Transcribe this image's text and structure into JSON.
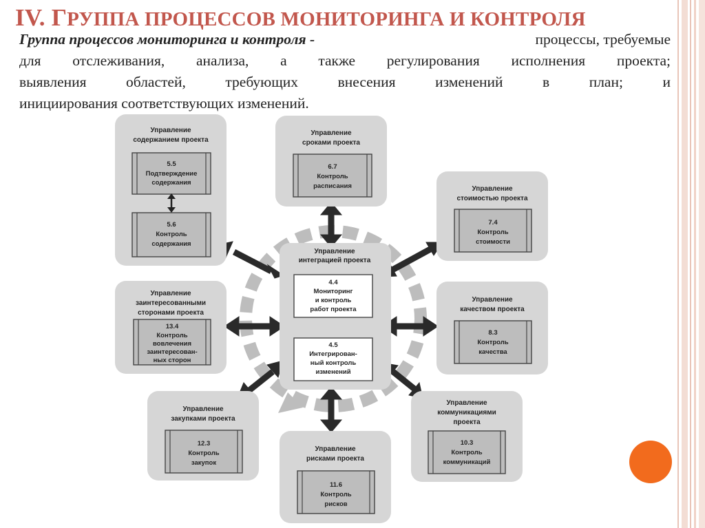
{
  "title": {
    "roman": "IV.",
    "G1": "Г",
    "rest1": "РУППА ПРОЦЕССОВ МОНИТОРИНГА И КОНТРОЛЯ"
  },
  "paragraph": {
    "term": "Группа процессов мониторинга и контроля",
    "dash": "-",
    "line1": "процессы, требуемые",
    "line2": "для отслеживания, анализа, а также регулирования исполнения проекта;",
    "line3": "выявления областей, требующих внесения изменений в план; и",
    "line4": "инициирования соответствующих изменений."
  },
  "colors": {
    "title": "#c2574d",
    "accent_orange": "#f26b1d",
    "box_fill": "#d6d6d6",
    "ring": "#bdbdbd",
    "arrow": "#2a2a2a"
  },
  "diagram": {
    "center": {
      "title1": "Управление",
      "title2": "интеграцией проекта",
      "p1_num": "4.4",
      "p1_l1": "Мониторинг",
      "p1_l2": "и контроль",
      "p1_l3": "работ проекта",
      "p2_num": "4.5",
      "p2_l1": "Интегрирован-",
      "p2_l2": "ный контроль",
      "p2_l3": "изменений"
    },
    "scope": {
      "t1": "Управление",
      "t2": "содержанием проекта",
      "a_num": "5.5",
      "a_l1": "Подтверждение",
      "a_l2": "содержания",
      "b_num": "5.6",
      "b_l1": "Контроль",
      "b_l2": "содержания"
    },
    "time": {
      "t1": "Управление",
      "t2": "сроками проекта",
      "num": "6.7",
      "l1": "Контроль",
      "l2": "расписания"
    },
    "cost": {
      "t1": "Управление",
      "t2": "стоимостью проекта",
      "num": "7.4",
      "l1": "Контроль",
      "l2": "стоимости"
    },
    "quality": {
      "t1": "Управление",
      "t2": "качеством проекта",
      "num": "8.3",
      "l1": "Контроль",
      "l2": "качества"
    },
    "stakeholders": {
      "t1": "Управление",
      "t2": "заинтересованными",
      "t3": "сторонами проекта",
      "num": "13.4",
      "l1": "Контроль",
      "l2": "вовлечения",
      "l3": "заинтересован-",
      "l4": "ных сторон"
    },
    "procurement": {
      "t1": "Управление",
      "t2": "закупками проекта",
      "num": "12.3",
      "l1": "Контроль",
      "l2": "закупок"
    },
    "risk": {
      "t1": "Управление",
      "t2": "рисками проекта",
      "num": "11.6",
      "l1": "Контроль",
      "l2": "рисков"
    },
    "communications": {
      "t1": "Управление",
      "t2": "коммуникациями",
      "t3": "проекта",
      "num": "10.3",
      "l1": "Контроль",
      "l2": "коммуникаций"
    }
  }
}
